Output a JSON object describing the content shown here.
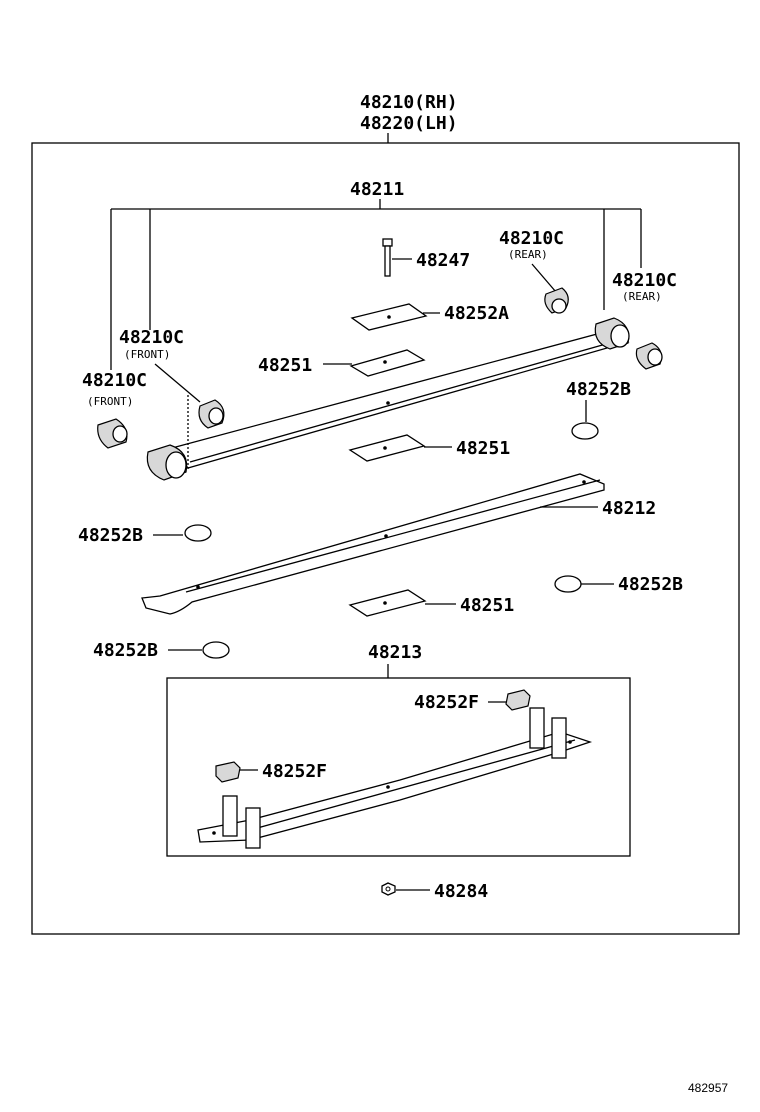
{
  "assembly": {
    "rh_code": "48210(RH)",
    "lh_code": "48220(LH)"
  },
  "labels": {
    "leaf_no1": "48211",
    "bushing_front_left": "48210C",
    "bushing_front_left_note": "(FRONT)",
    "bushing_front_right": "48210C",
    "bushing_front_right_note": "(FRONT)",
    "bushing_rear_left": "48210C",
    "bushing_rear_left_note": "(REAR)",
    "bushing_rear_right": "48210C",
    "bushing_rear_right_note": "(REAR)",
    "center_bolt": "48247",
    "insert_a": "48252A",
    "liner_top": "48251",
    "silencer_b_top": "48252B",
    "liner_mid": "48251",
    "leaf_no2": "48212",
    "silencer_b_left": "48252B",
    "silencer_b_right": "48252B",
    "liner_bottom": "48251",
    "silencer_b_bottom": "48252B",
    "leaf_no3": "48213",
    "clip_f_top": "48252F",
    "clip_f_left": "48252F",
    "nut": "48284"
  },
  "figure_ref": "482957"
}
